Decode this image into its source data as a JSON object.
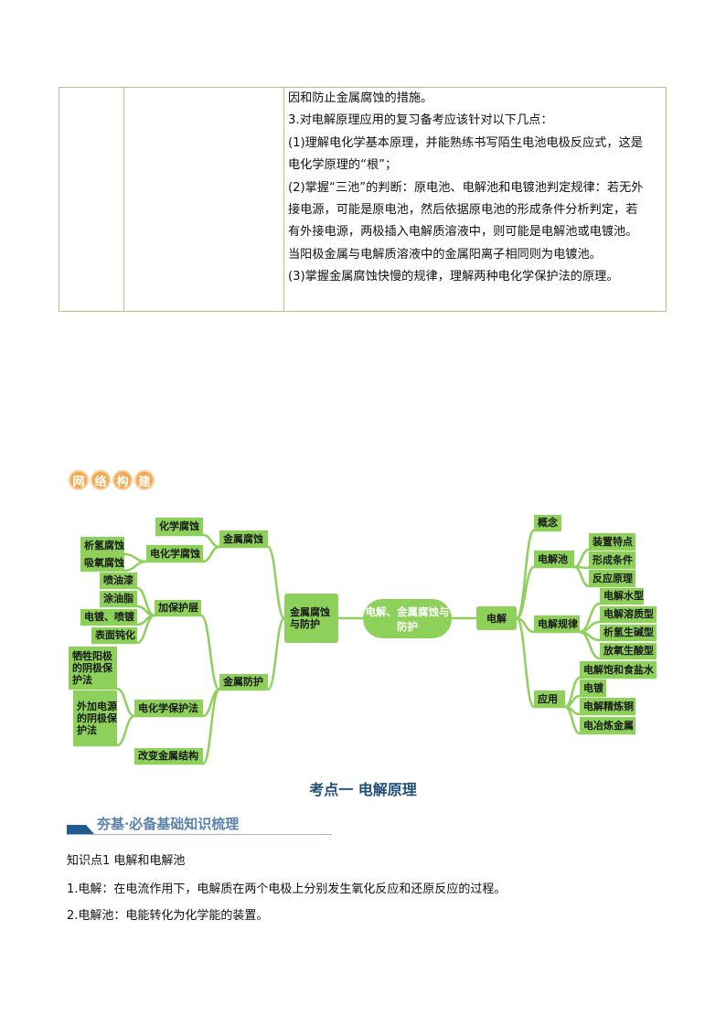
{
  "table": {
    "lines": [
      "因和防止金属腐蚀的措施。",
      "3.对电解原理应用的复习备考应该针对以下几点：",
      "(1)理解电化学基本原理，并能熟练书写陌生电池电极反应式，这是",
      "电化学原理的“根”；",
      "(2)掌握“三池”的判断：原电池、电解池和电镀池判定规律：若无外",
      "接电源，可能是原电池，然后依据原电池的形成条件分析判定，若",
      "有外接电源，两极插入电解质溶液中，则可能是电解池或电镀池。",
      "当阳极金属与电解质溶液中的金属阳离子相同则为电镀池。",
      "(3)掌握金属腐蚀快慢的规律，理解两种电化学保护法的原理。"
    ]
  },
  "section_badge": [
    "网",
    "络",
    "构",
    "建"
  ],
  "mindmap": {
    "center": "电解、金属腐蚀与防护",
    "nodes": {
      "corr_prot": "金属腐蚀与防护",
      "corrosion": "金属腐蚀",
      "chem_corr": "化学腐蚀",
      "echem_corr": "电化学腐蚀",
      "h_corr": "析氢腐蚀",
      "o_corr": "吸氧腐蚀",
      "protection": "金属防护",
      "coating": "加保护层",
      "paint": "喷油漆",
      "grease": "涂油脂",
      "plating": "电镀、喷镀",
      "passiv": "表面钝化",
      "echem_prot": "电化学保护法",
      "sac_anode": "牺牲阳极的阴极保护法",
      "ext_power": "外加电源的阴极保护法",
      "structure": "改变金属结构",
      "electrolysis": "电解",
      "concept": "概念",
      "cell": "电解池",
      "device": "装置特点",
      "condition": "形成条件",
      "principle": "反应原理",
      "rules": "电解规律",
      "water": "电解水型",
      "solute": "电解溶质型",
      "h_base": "析氢生碱型",
      "o_acid": "放氧生酸型",
      "apps": "应用",
      "brine": "电解饱和食盐水",
      "electroplate": "电镀",
      "refine": "电解精炼铜",
      "smelt": "电冶炼金属"
    }
  },
  "heading": "考点一  电解原理",
  "banner": "夯基·必备基础知识梳理",
  "knowledge_point": "知识点1  电解和电解池",
  "paragraphs": [
    "1.电解：在电流作用下，电解质在两个电极上分别发生氧化反应和还原反应的过程。",
    "2.电解池：电能转化为化学能的装置。"
  ],
  "colors": {
    "node": "#8dd05a",
    "heading": "#1f4e79",
    "border": "#c8b98a",
    "badge": "#f3a952"
  }
}
